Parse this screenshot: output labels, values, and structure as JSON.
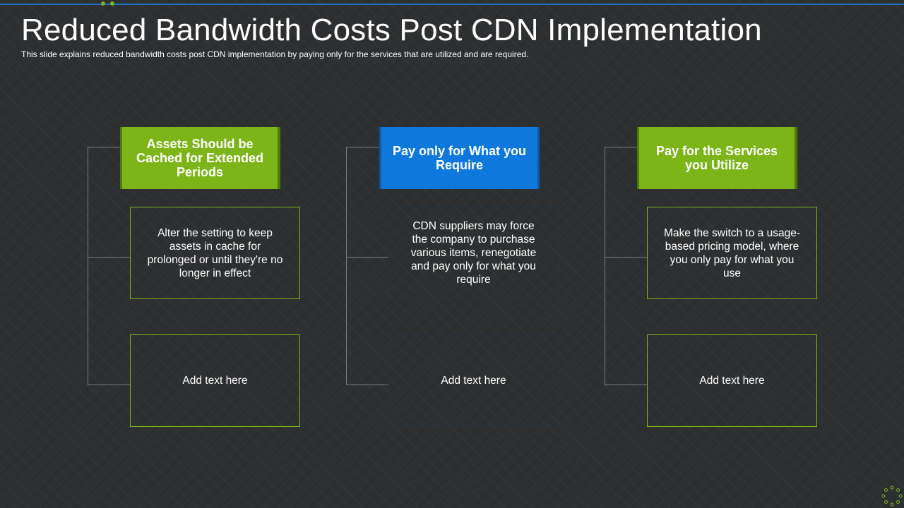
{
  "slide": {
    "title": "Reduced Bandwidth Costs Post CDN Implementation",
    "subtitle": "This slide explains reduced bandwidth  costs post CDN  implementation by paying only for the services that are utilized and are required."
  },
  "columns": [
    {
      "header": "Assets Should be Cached for Extended Periods",
      "box1": "Alter the setting to keep assets in cache for prolonged or until they're no longer in effect",
      "box2": "Add text here"
    },
    {
      "header": "Pay only for What you Require",
      "box1": "CDN suppliers may force the company to purchase various items, renegotiate and pay only for what you require",
      "box2": "Add text here"
    },
    {
      "header": "Pay for the Services you Utilize",
      "box1": "Make the switch to a usage-based pricing model, where you only pay for what you use",
      "box2": "Add text here"
    }
  ],
  "colors": {
    "background": "#2d2f31",
    "accent_green": "#7cb518",
    "accent_blue": "#0f78dc",
    "top_line": "#1f6fbf"
  },
  "icons": {
    "corner": "dotted-circle-icon"
  }
}
